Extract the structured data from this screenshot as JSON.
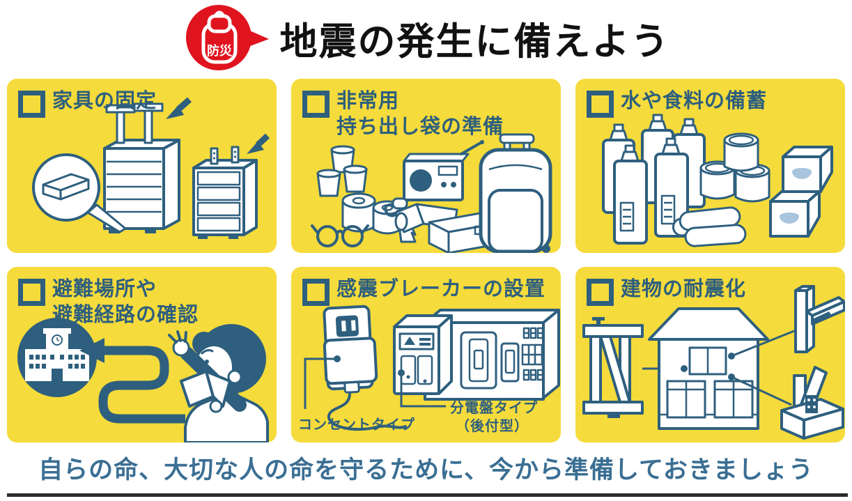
{
  "header": {
    "badge_label": "防災",
    "title": "地震の発生に備えよう"
  },
  "panels": [
    {
      "id": "furniture-anchoring",
      "lines": [
        "家具の固定",
        ""
      ]
    },
    {
      "id": "emergency-bag",
      "lines": [
        "非常用",
        "持ち出し袋の準備"
      ]
    },
    {
      "id": "water-food-stockpile",
      "lines": [
        "水や食料の備蓄",
        ""
      ]
    },
    {
      "id": "evacuation-route",
      "lines": [
        "避難場所や",
        "避難経路の確認"
      ]
    },
    {
      "id": "seismic-breaker",
      "lines": [
        "感震ブレーカーの設置",
        ""
      ],
      "labels": {
        "outlet_type": "コンセントタイプ",
        "board_type_line1": "分電盤タイプ",
        "board_type_line2": "（後付型）"
      }
    },
    {
      "id": "building-reinforcement",
      "lines": [
        "建物の耐震化",
        ""
      ]
    }
  ],
  "footer": {
    "message": "自らの命、大切な人の命を守るために、今から準備しておきましょう"
  },
  "colors": {
    "panel_yellow": "#F5DB3B",
    "ink_blue": "#2E5F7E",
    "badge_red": "#E0141E",
    "headline_black": "#111111",
    "footer_blue": "#3A6E93",
    "bowl_light_blue": "#A9C4DD",
    "bottom_bar": "#2B2B2B"
  }
}
